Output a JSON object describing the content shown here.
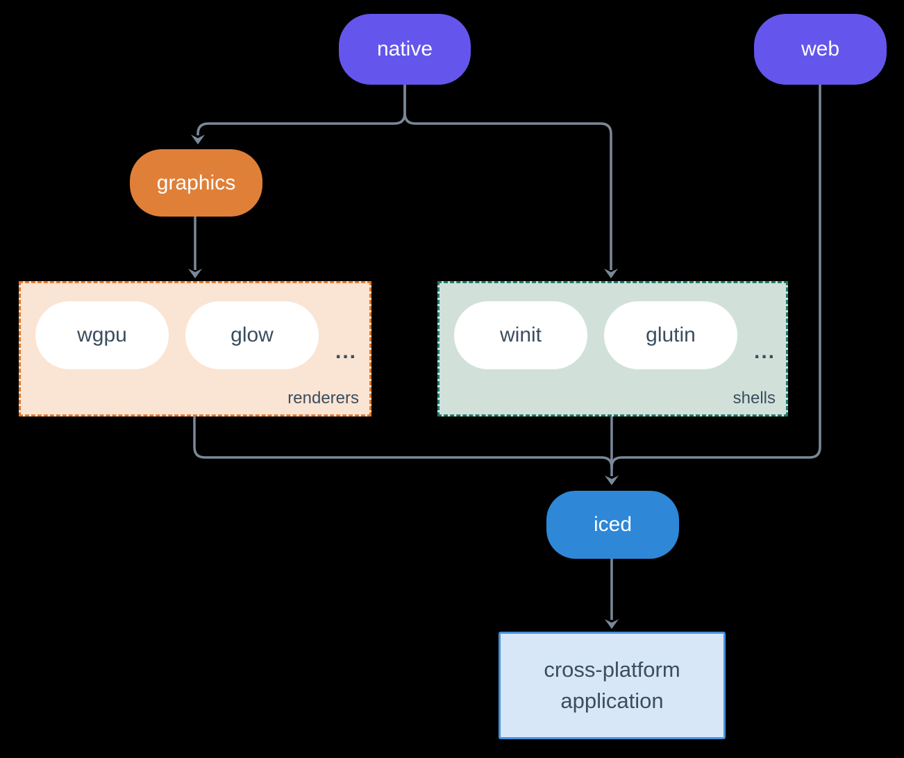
{
  "nodes": {
    "native": "native",
    "web": "web",
    "graphics": "graphics",
    "iced": "iced",
    "application": "cross-platform application"
  },
  "groups": {
    "renderers": {
      "label": "renderers",
      "pills": [
        "wgpu",
        "glow"
      ],
      "ellipsis": "..."
    },
    "shells": {
      "label": "shells",
      "pills": [
        "winit",
        "glutin"
      ],
      "ellipsis": "..."
    }
  },
  "colors": {
    "node_purple": "#6456EC",
    "node_orange": "#E07F38",
    "node_blue": "#2E87D7",
    "renderers_fill": "#FAE4D3",
    "renderers_border": "#E4782A",
    "shells_fill": "#D1E1DA",
    "shells_border": "#1E7A6A",
    "app_fill": "#D8E7F7",
    "app_border": "#4591DB",
    "connector": "#7A8999",
    "text_dark": "#3B4D5E"
  }
}
